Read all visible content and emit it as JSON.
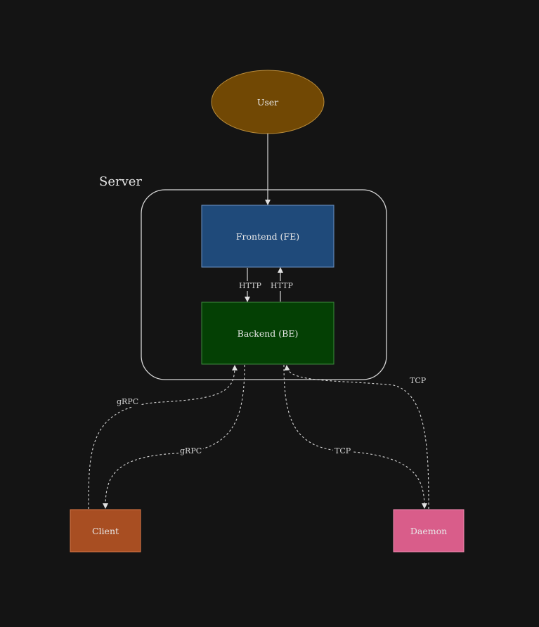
{
  "nodes": {
    "user": {
      "label": "User",
      "color": "#714804"
    },
    "frontend": {
      "label": "Frontend (FE)",
      "color": "#1f4a7a"
    },
    "backend": {
      "label": "Backend (BE)",
      "color": "#044004"
    },
    "client": {
      "label": "Client",
      "color": "#a84e22"
    },
    "daemon": {
      "label": "Daemon",
      "color": "#d95d8a"
    }
  },
  "groups": {
    "server": {
      "label": "Server"
    }
  },
  "edges": {
    "fe_to_be": "HTTP",
    "be_to_fe": "HTTP",
    "client_to_be": "gRPC",
    "be_to_client": "gRPC",
    "daemon_to_be": "TCP",
    "be_to_daemon": "TCP"
  }
}
